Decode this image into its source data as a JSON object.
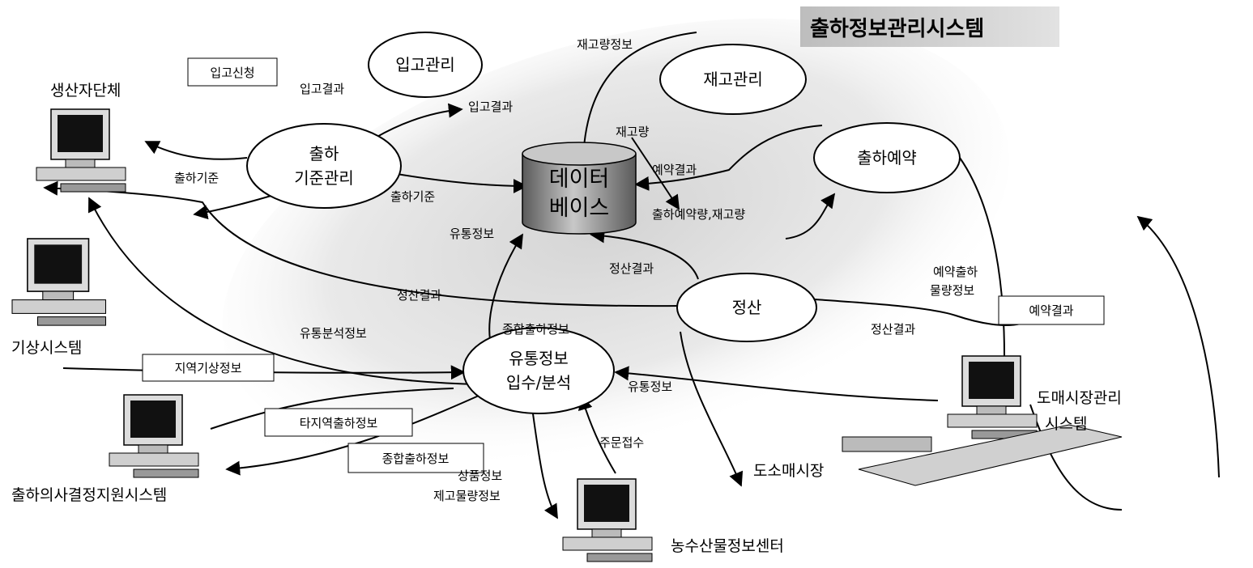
{
  "title": "출하정보관리시스템",
  "nodes": {
    "receiving": "입고관리",
    "inventory": "재고관리",
    "criteria_line1": "출하",
    "criteria_line2": "기준관리",
    "reservation": "출하예약",
    "settlement": "정산",
    "distribution_line1": "유통정보",
    "distribution_line2": "입수/분석",
    "database_line1": "데이터",
    "database_line2": "베이스"
  },
  "entities": {
    "producer": "생산자단체",
    "weather": "기상시스템",
    "decision_support": "출하의사결정지원시스템",
    "agri_center": "농수산물정보센터",
    "wholesale_market_line1": "도매시장관리",
    "wholesale_market_line2": "시스템",
    "retail_market": "도소매시장"
  },
  "labels": {
    "receiving_request": "입고신청",
    "receiving_result_1": "입고결과",
    "receiving_result_2": "입고결과",
    "stock_info": "재고량정보",
    "stock_amount": "재고량",
    "reserve_result": "예약결과",
    "reserve_amount_stock": "출하예약량,재고량",
    "criteria_1": "출하기준",
    "criteria_2": "출하기준",
    "distribution_info_1": "유통정보",
    "settlement_result_1": "정산결과",
    "settlement_result_2": "정산결과",
    "settlement_result_3": "정산결과",
    "reserve_ship_1": "예약출하",
    "reserve_ship_2": "물량정보",
    "reserve_result_box": "예약결과",
    "distribution_analysis": "유통분석정보",
    "comprehensive_info": "종합출하정보",
    "regional_weather": "지역기상정보",
    "distribution_info_2": "유통정보",
    "other_region_shipping": "타지역출하정보",
    "comprehensive_box": "종합출하정보",
    "order_receipt": "주문접수",
    "product_info": "상품정보",
    "stock_qty_info": "제고물량정보"
  }
}
